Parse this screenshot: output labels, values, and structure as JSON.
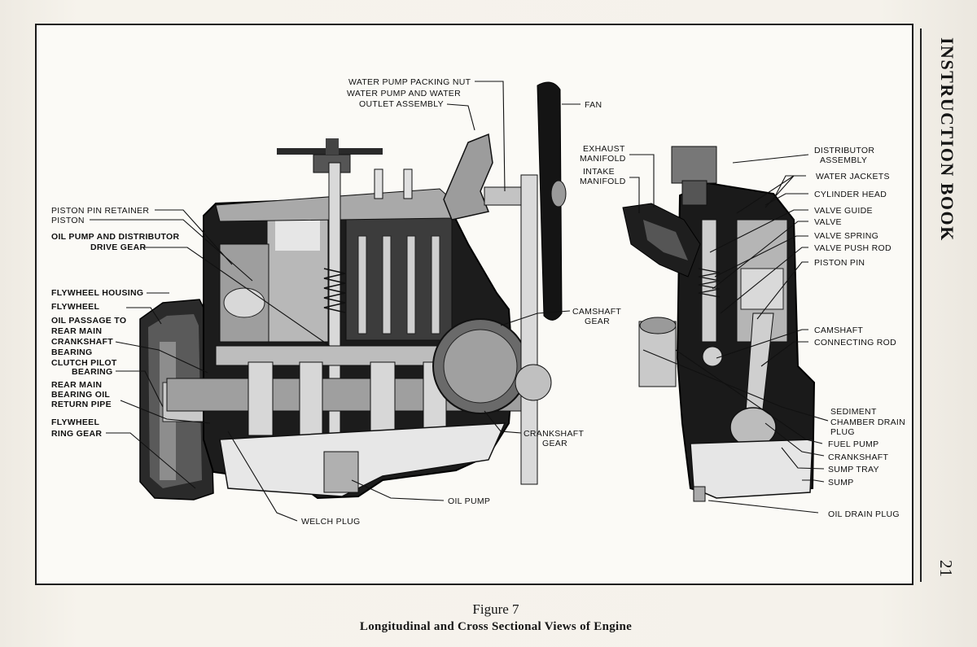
{
  "page": {
    "header": "INSTRUCTION BOOK",
    "page_number": "21"
  },
  "figure": {
    "number": "Figure 7",
    "caption": "Longitudinal and Cross Sectional Views of Engine"
  },
  "labels": {
    "water_pump_packing_nut": "WATER PUMP PACKING NUT",
    "water_pump_outlet_1": "WATER PUMP AND WATER",
    "water_pump_outlet_2": "OUTLET ASSEMBLY",
    "fan": "FAN",
    "piston_pin_retainer": "PISTON PIN RETAINER",
    "piston": "PISTON",
    "oil_pump_drive_gear_1": "OIL PUMP AND DISTRIBUTOR",
    "oil_pump_drive_gear_2": "DRIVE GEAR",
    "flywheel_housing": "FLYWHEEL HOUSING",
    "flywheel": "FLYWHEEL",
    "oil_passage_1": "OIL PASSAGE TO",
    "oil_passage_2": "REAR MAIN",
    "oil_passage_3": "CRANKSHAFT",
    "oil_passage_4": "BEARING",
    "clutch_pilot_1": "CLUTCH PILOT",
    "clutch_pilot_2": "BEARING",
    "rear_main_return_1": "REAR MAIN",
    "rear_main_return_2": "BEARING OIL",
    "rear_main_return_3": "RETURN PIPE",
    "ring_gear_1": "FLYWHEEL",
    "ring_gear_2": "RING GEAR",
    "camshaft_gear_1": "CAMSHAFT",
    "camshaft_gear_2": "GEAR",
    "crankshaft_gear_1": "CRANKSHAFT",
    "crankshaft_gear_2": "GEAR",
    "oil_pump": "OIL PUMP",
    "welch_plug": "WELCH PLUG",
    "exhaust_manifold_1": "EXHAUST",
    "exhaust_manifold_2": "MANIFOLD",
    "intake_manifold_1": "INTAKE",
    "intake_manifold_2": "MANIFOLD",
    "distributor_1": "DISTRIBUTOR",
    "distributor_2": "ASSEMBLY",
    "water_jackets": "WATER JACKETS",
    "cylinder_head": "CYLINDER HEAD",
    "valve_guide": "VALVE GUIDE",
    "valve": "VALVE",
    "valve_spring": "VALVE SPRING",
    "valve_push_rod": "VALVE PUSH ROD",
    "piston_pin": "PISTON PIN",
    "camshaft": "CAMSHAFT",
    "connecting_rod": "CONNECTING ROD",
    "sediment_1": "SEDIMENT",
    "sediment_2": "CHAMBER DRAIN",
    "sediment_3": "PLUG",
    "fuel_pump": "FUEL PUMP",
    "crankshaft": "CRANKSHAFT",
    "sump_tray": "SUMP TRAY",
    "sump": "SUMP",
    "oil_drain_plug": "OIL DRAIN PLUG"
  }
}
